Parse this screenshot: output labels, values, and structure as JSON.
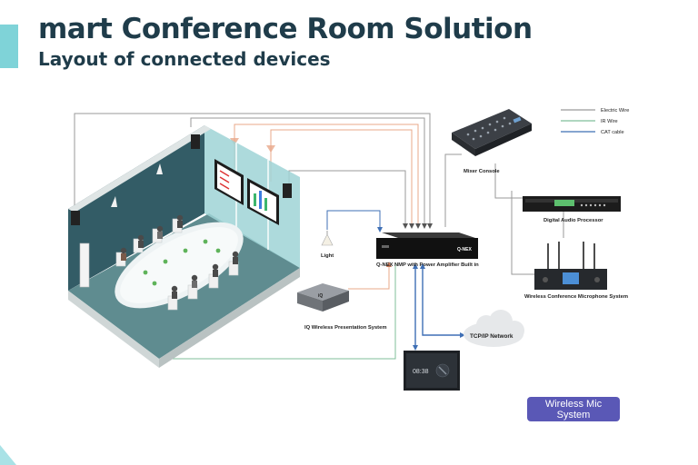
{
  "header": {
    "title": "mart Conference Room Solution",
    "subtitle": "Layout of connected devices"
  },
  "legend": {
    "items": [
      {
        "label": "Electric Wire",
        "color": "#9a9a9a"
      },
      {
        "label": "IR Wire",
        "color": "#7fbf9a"
      },
      {
        "label": "CAT cable",
        "color": "#3f6fb5"
      }
    ]
  },
  "devices": {
    "mixer": "Mixer Console",
    "processor": "Digital Audio Processor",
    "microphone": "Wireless Conference Microphone System",
    "nmp": "Q-NEX NMP with Power Amplifier Built in",
    "nmp_brand": "Q-NEX",
    "light": "Light",
    "presentation": "IQ Wireless Presentation System",
    "presentation_brand": "iQ",
    "network": "TCP/IP Network",
    "panel_time": "08:38"
  },
  "wireless_mic_button": "Wireless Mic System",
  "colors": {
    "accent": "#7fd3d8",
    "title": "#1f3c4a",
    "button": "#5a58b6",
    "electric": "#9a9a9a",
    "ir": "#7fbf9a",
    "cat": "#3f6fb5",
    "audio": "#e8a88a"
  }
}
